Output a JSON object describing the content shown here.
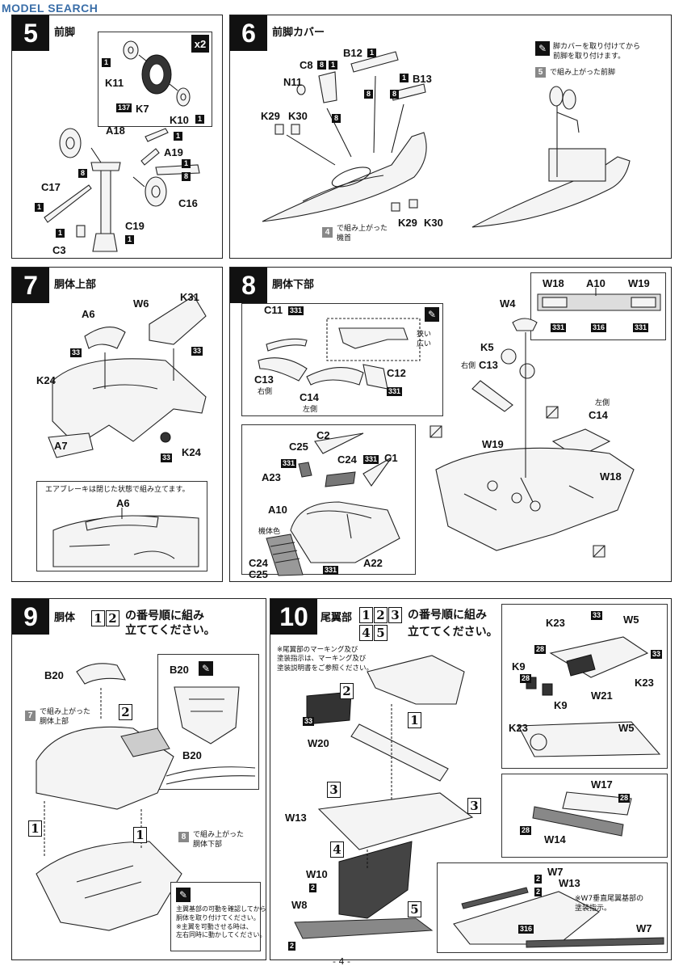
{
  "watermark": "MODEL SEARCH",
  "page_number": "- 4 -",
  "step5": {
    "num": "5",
    "title": "前脚",
    "x2": "x2",
    "labels": {
      "k11": "K11",
      "k7": "K7",
      "k10": "K10",
      "a18": "A18",
      "a19": "A19",
      "c17": "C17",
      "c16": "C16",
      "c19": "C19",
      "c3": "C3"
    },
    "badges": {
      "b1": "1",
      "b137": "137",
      "b8": "8"
    }
  },
  "step6": {
    "num": "6",
    "title": "前脚カバー",
    "labels": {
      "b12": "B12",
      "c8": "C8",
      "n11": "N11",
      "b13": "B13",
      "k29": "K29",
      "k30": "K30",
      "k29b": "K29",
      "k30b": "K30"
    },
    "note_ref": "4",
    "note": "で組み上がった\n機首",
    "paint_note": "脚カバーを取り付けてから\n前脚を取り付けます。",
    "ref5": "5",
    "ref5_text": "で組み上がった前脚"
  },
  "step7": {
    "num": "7",
    "title": "胴体上部",
    "labels": {
      "a6": "A6",
      "w6": "W6",
      "k31": "K31",
      "k24": "K24",
      "a7": "A7",
      "k24b": "K24",
      "a6b": "A6"
    },
    "badge33": "33",
    "airbrake_note": "エアブレーキは閉じた状態で組み立てます。"
  },
  "step8": {
    "num": "8",
    "title": "胴体下部",
    "labels": {
      "c11": "C11",
      "c13": "C13",
      "c12": "C12",
      "c14": "C14",
      "w4": "W4",
      "k5": "K5",
      "c13b": "C13",
      "c14b": "C14",
      "w19": "W19",
      "w18": "W18",
      "c25": "C25",
      "c2": "C2",
      "c24": "C24",
      "c1": "C1",
      "a23": "A23",
      "a10": "A10",
      "c24b": "C24",
      "c25b": "C25",
      "a22": "A22",
      "w18t": "W18",
      "a10t": "A10",
      "w19t": "W19"
    },
    "sides": {
      "right": "右側",
      "left": "左側"
    },
    "narrow": "狭い",
    "wide": "広い",
    "body_color": "機体色",
    "badges": {
      "b331": "331",
      "b316": "316"
    }
  },
  "step9": {
    "num": "9",
    "title": "胴体",
    "seq_boxes": [
      "1",
      "2"
    ],
    "seq_text": "の番号順に組み\n立ててください。",
    "labels": {
      "b20": "B20",
      "b20b": "B20",
      "b20c": "B20"
    },
    "ref7": "7",
    "ref7_text": "で組み上がった\n胴体上部",
    "ref8": "8",
    "ref8_text": "で組み上がった\n胴体下部",
    "move_note": "主翼基部の可動を確認してから\n胴体を取り付けてください。\n※主翼を可動させる時は、\n左右同時に動かしてください。"
  },
  "step10": {
    "num": "10",
    "title": "尾翼部",
    "seq_boxes": [
      "1",
      "2",
      "3",
      "4",
      "5"
    ],
    "seq_text": "の番号順に組み\n立ててください。",
    "marking_note": "※尾翼部のマーキング及び\n塗装指示は、マーキング及び\n塗装説明書をご参照ください。",
    "labels": {
      "k23": "K23",
      "w5": "W5",
      "k9": "K9",
      "k9b": "K9",
      "w21": "W21",
      "k23b": "K23",
      "k23c": "K23",
      "w5b": "W5",
      "w17": "W17",
      "w14": "W14",
      "w20": "W20",
      "w13": "W13",
      "w10": "W10",
      "w8": "W8",
      "w7": "W7",
      "w13b": "W13",
      "w7b": "W7"
    },
    "w7_note": "※W7垂直尾翼基部の\n塗装指示。",
    "badges": {
      "b33": "33",
      "b28": "28",
      "b2": "2",
      "b316": "316"
    }
  }
}
